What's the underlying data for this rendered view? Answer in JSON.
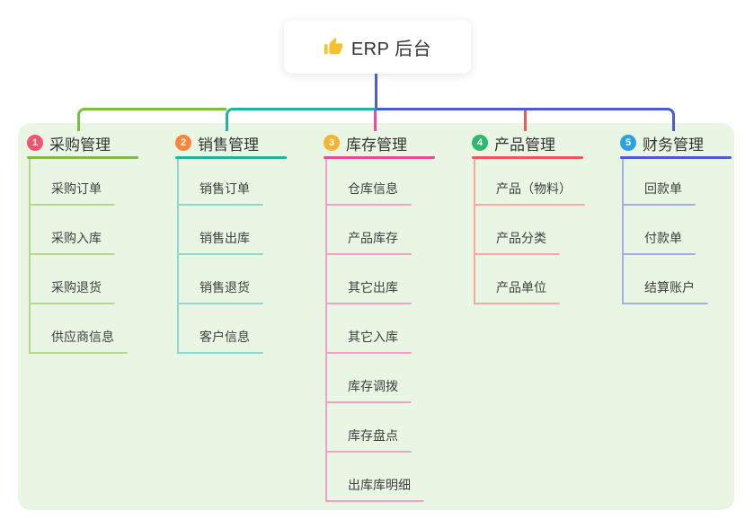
{
  "root": {
    "title": "ERP 后台",
    "icon": "thumbs-up-icon"
  },
  "colors": {
    "panel_bg": "#e9f6e3",
    "card_bg": "#ffffff",
    "root_line": "#4a5cd4",
    "title_text": "#333333",
    "item_text": "#404040",
    "thumb_yellow": "#f7c02f"
  },
  "branches": [
    {
      "number": "1",
      "title": "采购管理",
      "badge_color": "#f2566f",
      "line_color": "#7cbe3e",
      "sub_line_color": "#b4d98d",
      "items": [
        "采购订单",
        "采购入库",
        "采购退货",
        "供应商信息"
      ]
    },
    {
      "number": "2",
      "title": "销售管理",
      "badge_color": "#f8863d",
      "line_color": "#1fb3a7",
      "sub_line_color": "#8ed8d1",
      "items": [
        "销售订单",
        "销售出库",
        "销售退货",
        "客户信息"
      ]
    },
    {
      "number": "3",
      "title": "库存管理",
      "badge_color": "#f5b333",
      "line_color": "#e74a9e",
      "sub_line_color": "#f2a0cb",
      "items": [
        "仓库信息",
        "产品库存",
        "其它出库",
        "其它入库",
        "库存调拨",
        "库存盘点",
        "出库库明细"
      ]
    },
    {
      "number": "4",
      "title": "产品管理",
      "badge_color": "#31b76f",
      "line_color": "#f7544e",
      "sub_line_color": "#fba6a1",
      "items": [
        "产品（物料）",
        "产品分类",
        "产品单位"
      ]
    },
    {
      "number": "5",
      "title": "财务管理",
      "badge_color": "#29a2dd",
      "line_color": "#4a5cd4",
      "sub_line_color": "#a3aee8",
      "items": [
        "回款单",
        "付款单",
        "结算账户"
      ]
    }
  ]
}
